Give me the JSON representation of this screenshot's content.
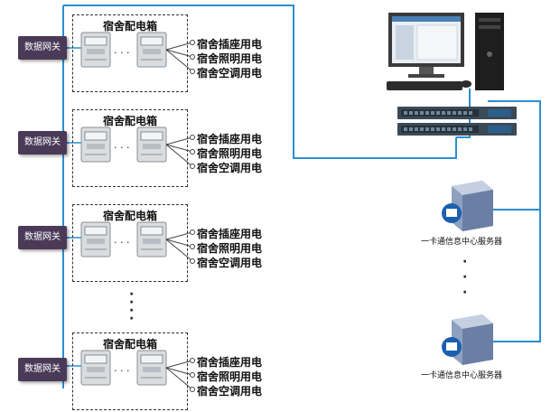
{
  "gateway_label": "数据网关",
  "box_title": "宿舍配电箱",
  "uses": [
    "宿舍插座用电",
    "宿舍照明用电",
    "宿舍空调用电"
  ],
  "server_label": "一卡通信息中心服务器",
  "colors": {
    "link": "#2a8fd0",
    "gateway": "#4a3a58",
    "meter": "#d9dde0"
  },
  "icons": [
    "gateway-icon",
    "meter-icon",
    "computer-icon",
    "switch-icon",
    "server-icon"
  ]
}
